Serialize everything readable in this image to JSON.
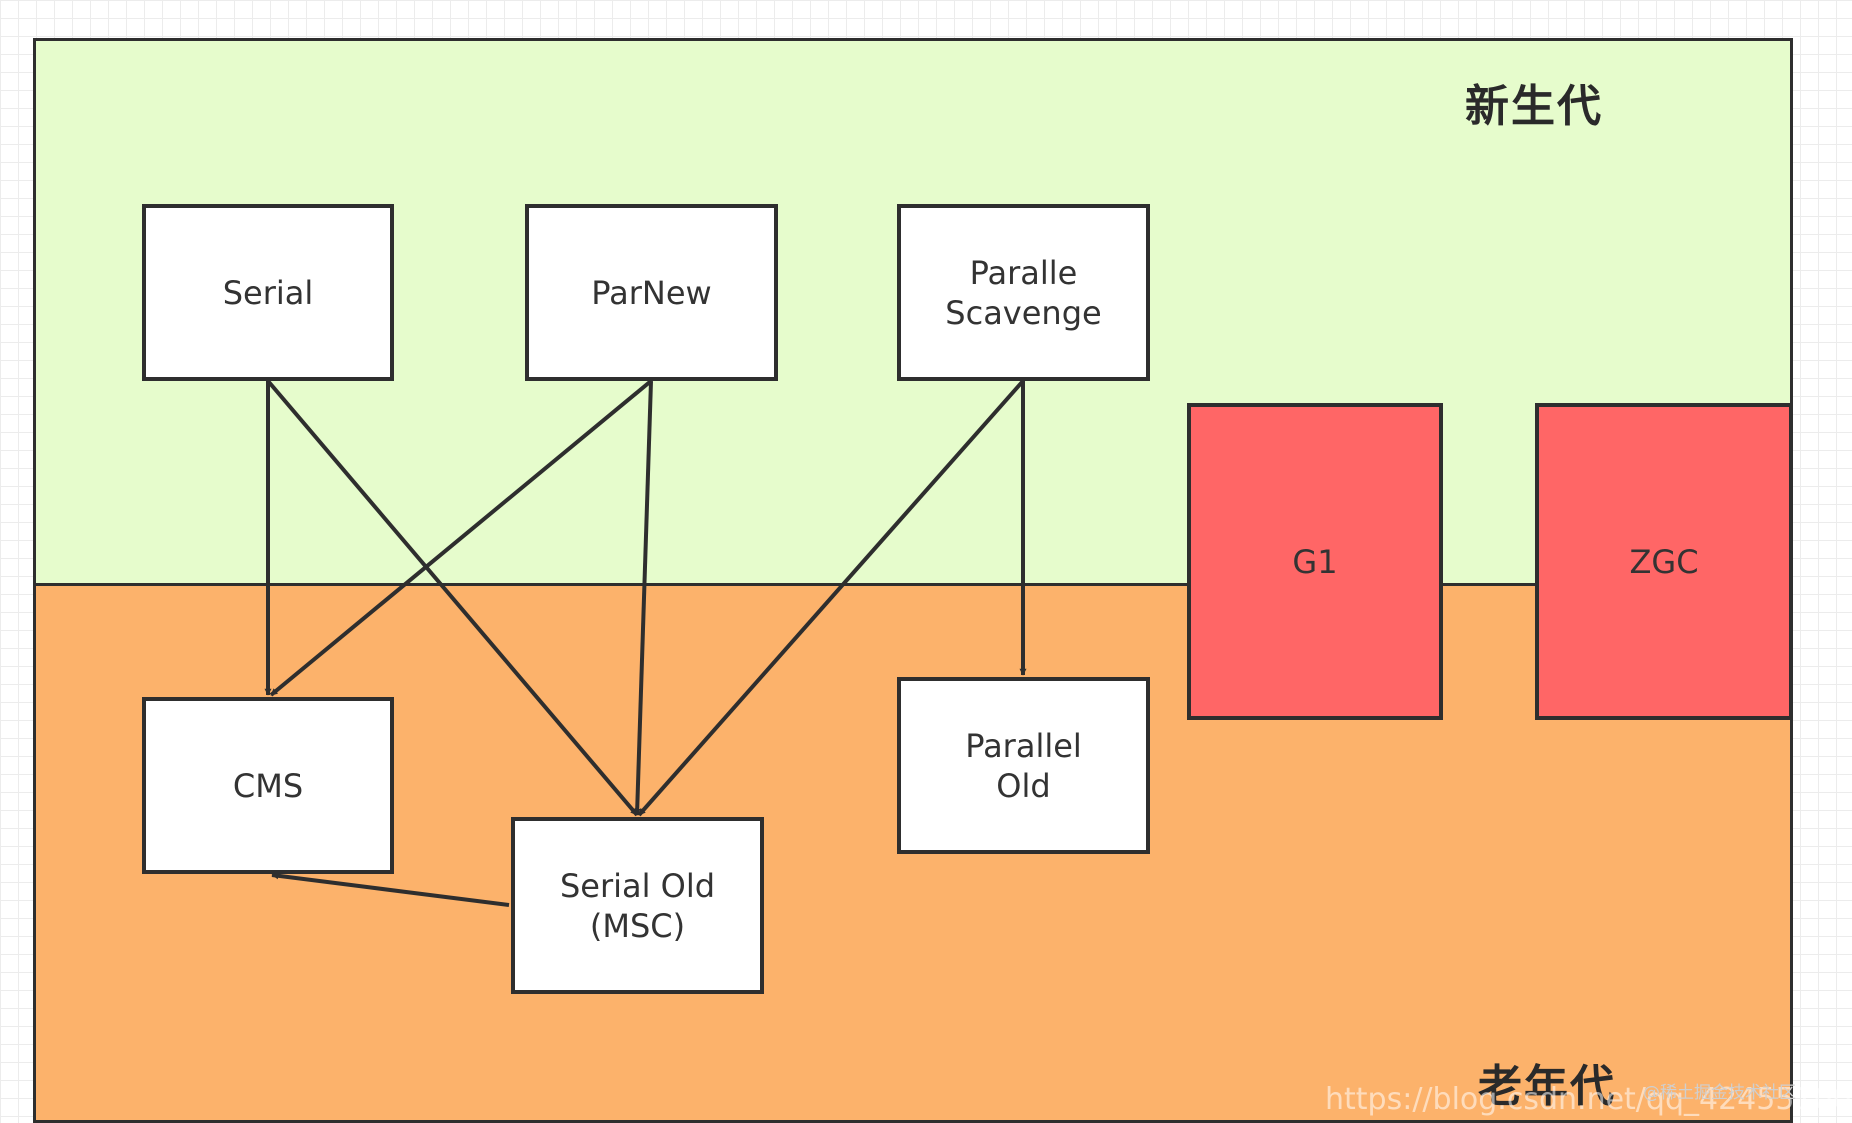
{
  "diagram": {
    "young_generation_label": "新生代",
    "old_generation_label": "老年代",
    "collectors": {
      "serial": "Serial",
      "parnew": "ParNew",
      "parallel_scavenge": "Paralle\nScavenge",
      "cms": "CMS",
      "serial_old": "Serial Old\n(MSC)",
      "parallel_old": "Parallel\nOld",
      "g1": "G1",
      "zgc": "ZGC"
    },
    "connections": [
      {
        "from": "Serial",
        "to": "CMS"
      },
      {
        "from": "Serial",
        "to": "Serial Old (MSC)"
      },
      {
        "from": "ParNew",
        "to": "CMS"
      },
      {
        "from": "ParNew",
        "to": "Serial Old (MSC)"
      },
      {
        "from": "Paralle Scavenge",
        "to": "Serial Old (MSC)"
      },
      {
        "from": "Paralle Scavenge",
        "to": "Parallel Old"
      },
      {
        "from": "Serial Old (MSC)",
        "to": "CMS"
      }
    ],
    "colors": {
      "young_generation": "#e6fccc",
      "old_generation": "#fcb26b",
      "region_collector": "#ff6666",
      "box": "#ffffff",
      "line": "#2e2e2e"
    }
  },
  "watermark": {
    "text": "@稀土掘金技术社区",
    "url_fragment": "https://blog.csdn.net/qq_42455100"
  }
}
